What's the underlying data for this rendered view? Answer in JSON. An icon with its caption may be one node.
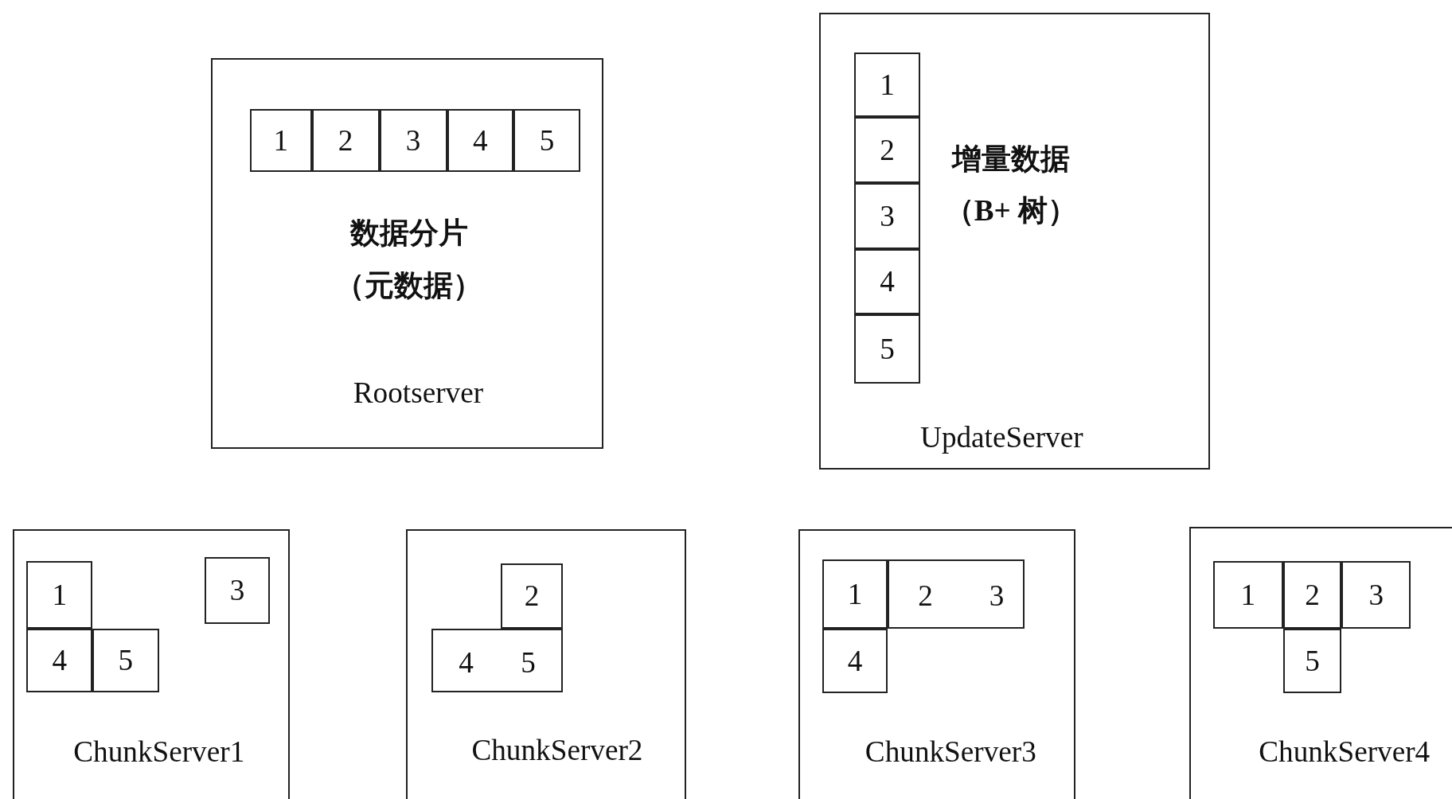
{
  "diagram": {
    "nodes": [
      {
        "text": [
          "数据分片（元数据）",
          "Rootserver"
        ]
      },
      {
        "text": [
          "1"
        ],
        "in": 0
      },
      {
        "text": [
          "2"
        ],
        "in": 0
      },
      {
        "text": [
          "3"
        ],
        "in": 0
      },
      {
        "text": [
          "4"
        ],
        "in": 0
      },
      {
        "text": [
          "5"
        ],
        "in": 0
      },
      {
        "text": [
          "增量数据（B+ 树）",
          "UpdateServer"
        ]
      },
      {
        "text": [
          "1"
        ],
        "in": 6
      },
      {
        "text": [
          "2"
        ],
        "in": 6
      },
      {
        "text": [
          "3"
        ],
        "in": 6
      },
      {
        "text": [
          "4"
        ],
        "in": 6
      },
      {
        "text": [
          "5"
        ],
        "in": 6
      },
      {
        "text": [
          "ChunkServer1"
        ]
      },
      {
        "text": [
          "1"
        ],
        "in": 12
      },
      {
        "text": [
          "3"
        ],
        "in": 12
      },
      {
        "text": [
          "4"
        ],
        "in": 12
      },
      {
        "text": [
          "5"
        ],
        "in": 12
      },
      {
        "text": [
          "ChunkServer2"
        ]
      },
      {
        "text": [
          "2"
        ],
        "in": 17
      },
      {
        "text": [
          "4",
          "5"
        ],
        "in": 17
      },
      {
        "text": [
          "ChunkServer3"
        ]
      },
      {
        "text": [
          "1"
        ],
        "in": 20
      },
      {
        "text": [
          "2",
          "3"
        ],
        "in": 20
      },
      {
        "text": [
          "4"
        ],
        "in": 20
      },
      {
        "text": [
          "ChunkServer4"
        ]
      },
      {
        "text": [
          "1"
        ],
        "in": 24
      },
      {
        "text": [
          "2"
        ],
        "in": 24
      },
      {
        "text": [
          "3"
        ],
        "in": 24
      },
      {
        "text": [
          "5"
        ],
        "in": 24
      }
    ]
  }
}
